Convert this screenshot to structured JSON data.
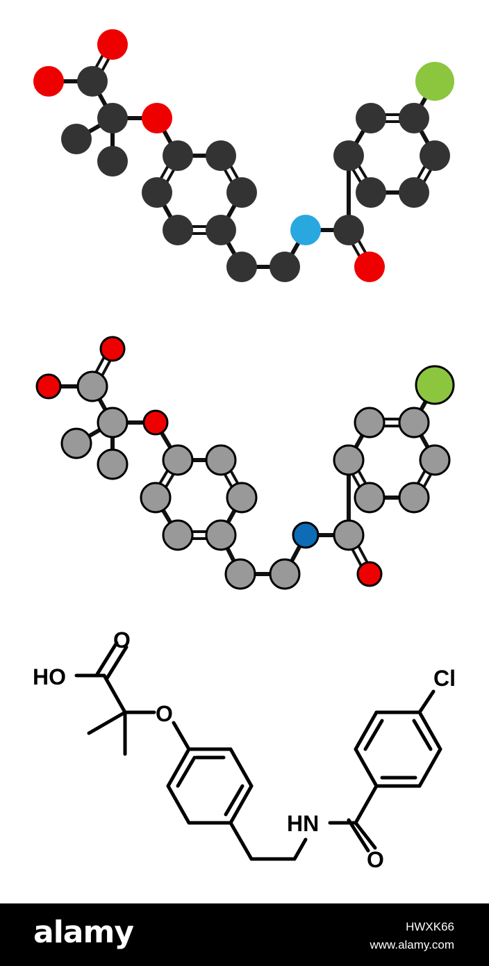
{
  "colors": {
    "carbon_dark": "#333333",
    "carbon_grey": "#999999",
    "oxygen": "#ee0000",
    "nitrogen_light": "#29a8e0",
    "nitrogen_dark": "#0d6cb5",
    "chlorine": "#8cc63f",
    "bond": "#333333",
    "footer": "#000000"
  },
  "labels": {
    "o_top": "O",
    "ho": "HO",
    "o_ether": "O",
    "cl": "Cl",
    "hn": "HN",
    "o_amide": "O"
  },
  "footer": {
    "logo": "alamy",
    "image_id": "HWXK66",
    "site": "www.alamy.com"
  }
}
